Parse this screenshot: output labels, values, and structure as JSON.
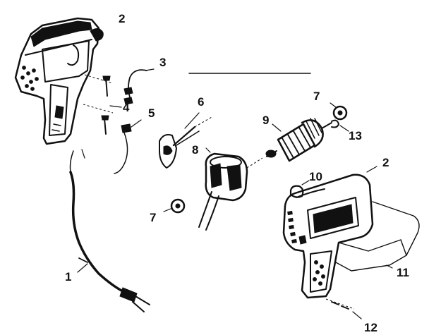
{
  "colors": {
    "ink": "#111111",
    "paper": "#ffffff"
  },
  "parts": [
    {
      "id": "housing-left",
      "label": "2"
    },
    {
      "id": "wire-3",
      "label": "3"
    },
    {
      "id": "screws-4",
      "label": "4"
    },
    {
      "id": "clip-5",
      "label": "5"
    },
    {
      "id": "brush-holder-6",
      "label": "6"
    },
    {
      "id": "field-8",
      "label": "8"
    },
    {
      "id": "armature-9",
      "label": "9"
    },
    {
      "id": "bearing-top-7",
      "label": "7"
    },
    {
      "id": "washer-13",
      "label": "13"
    },
    {
      "id": "bearing-left-7",
      "label": "7"
    },
    {
      "id": "cap-10",
      "label": "10"
    },
    {
      "id": "housing-right",
      "label": "2"
    },
    {
      "id": "cord-1",
      "label": "1"
    },
    {
      "id": "bracket-11",
      "label": "11"
    },
    {
      "id": "screws-12",
      "label": "12"
    }
  ]
}
